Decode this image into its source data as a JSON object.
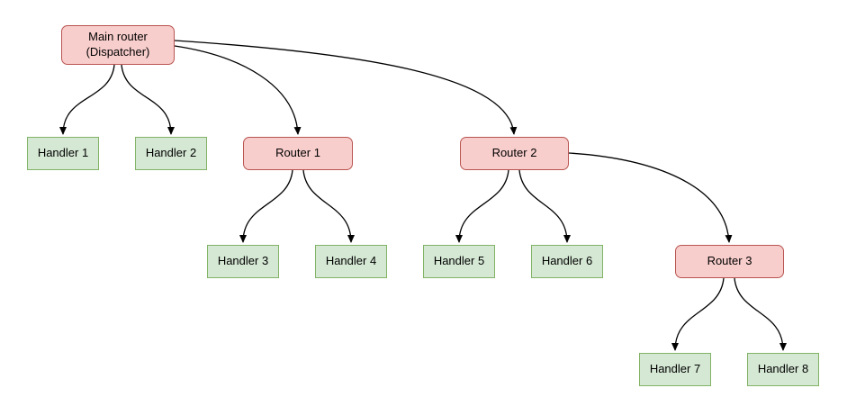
{
  "colors": {
    "background": "#ffffff",
    "router_fill": "#f8cecc",
    "router_border": "#b85450",
    "handler_fill": "#d5e8d4",
    "handler_border": "#82b366",
    "edge_color": "#000000",
    "text_color": "#000000"
  },
  "nodes": {
    "main_router": {
      "type": "router",
      "line1": "Main router",
      "line2": "(Dispatcher)"
    },
    "handler_1": {
      "type": "handler",
      "label": "Handler 1"
    },
    "handler_2": {
      "type": "handler",
      "label": "Handler 2"
    },
    "router_1": {
      "type": "router",
      "label": "Router 1"
    },
    "router_2": {
      "type": "router",
      "label": "Router 2"
    },
    "handler_3": {
      "type": "handler",
      "label": "Handler 3"
    },
    "handler_4": {
      "type": "handler",
      "label": "Handler 4"
    },
    "handler_5": {
      "type": "handler",
      "label": "Handler 5"
    },
    "handler_6": {
      "type": "handler",
      "label": "Handler 6"
    },
    "router_3": {
      "type": "router",
      "label": "Router 3"
    },
    "handler_7": {
      "type": "handler",
      "label": "Handler 7"
    },
    "handler_8": {
      "type": "handler",
      "label": "Handler 8"
    }
  },
  "edges": [
    {
      "from": "main_router",
      "to": "handler_1"
    },
    {
      "from": "main_router",
      "to": "handler_2"
    },
    {
      "from": "main_router",
      "to": "router_1"
    },
    {
      "from": "main_router",
      "to": "router_2"
    },
    {
      "from": "router_1",
      "to": "handler_3"
    },
    {
      "from": "router_1",
      "to": "handler_4"
    },
    {
      "from": "router_2",
      "to": "handler_5"
    },
    {
      "from": "router_2",
      "to": "handler_6"
    },
    {
      "from": "router_2",
      "to": "router_3"
    },
    {
      "from": "router_3",
      "to": "handler_7"
    },
    {
      "from": "router_3",
      "to": "handler_8"
    }
  ]
}
